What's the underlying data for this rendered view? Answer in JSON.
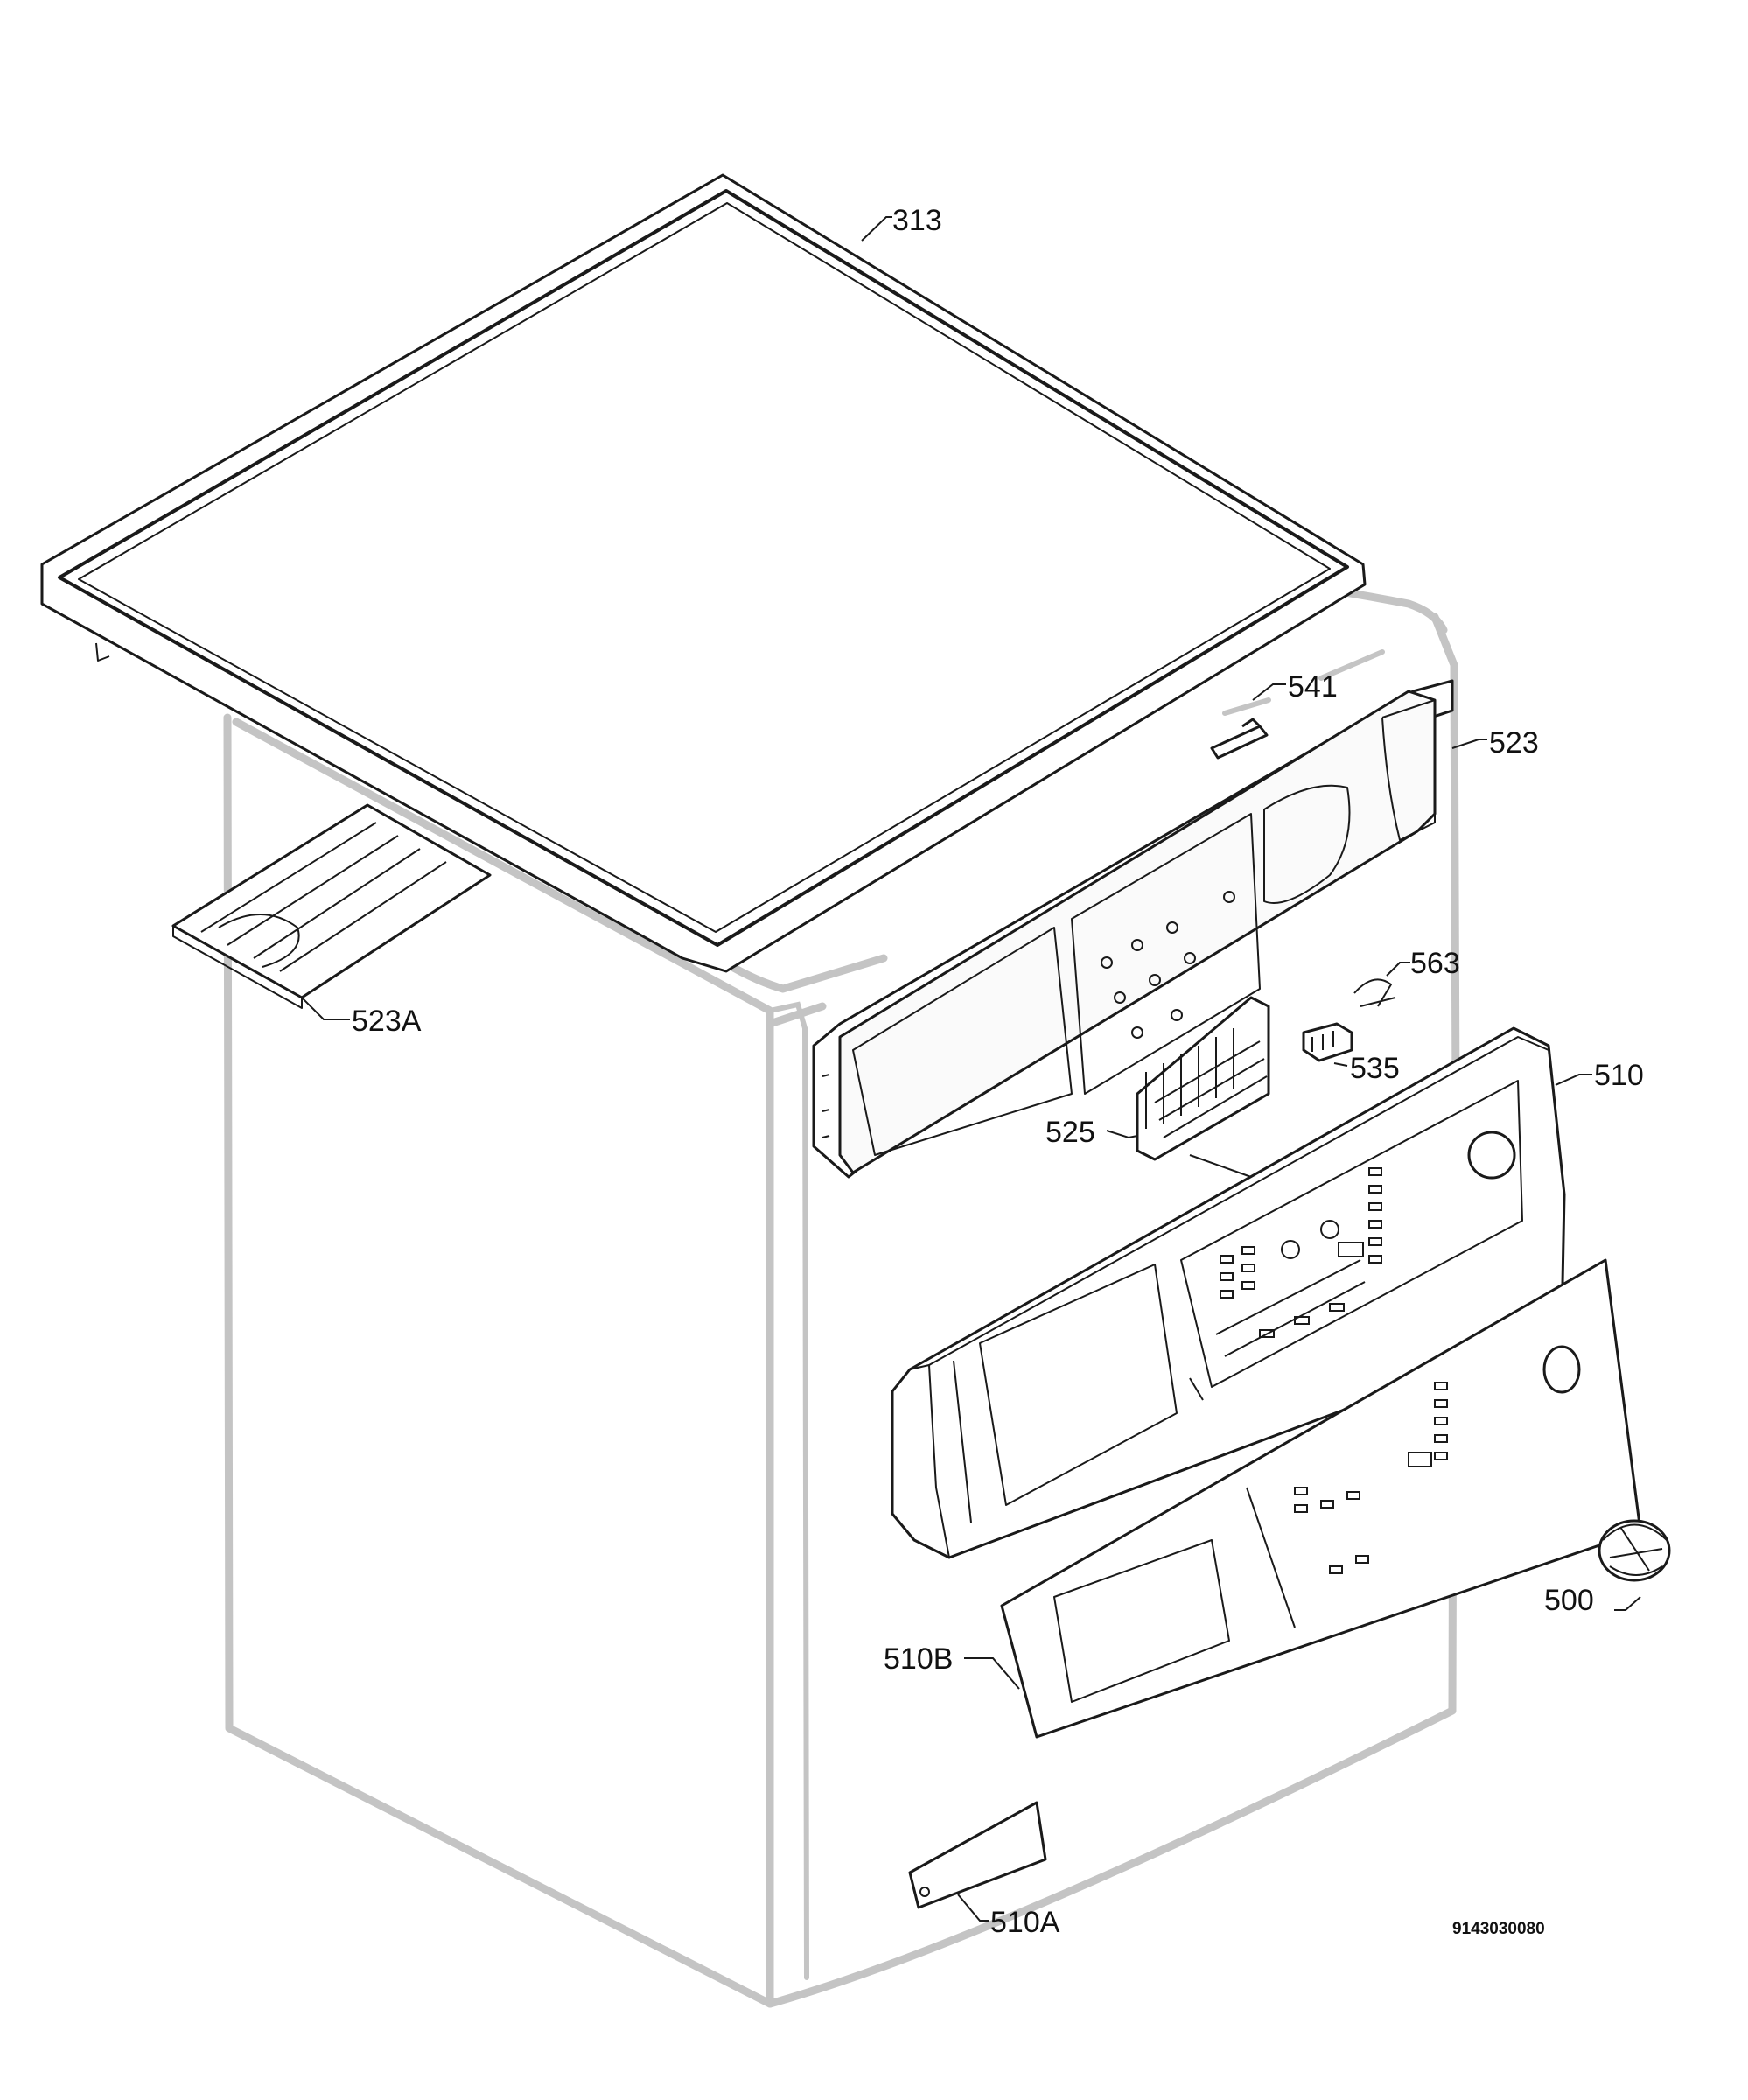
{
  "diagram": {
    "drawing_number": "9143030080",
    "parts": [
      {
        "id": "top_cover",
        "label": "313"
      },
      {
        "id": "clip",
        "label": "541"
      },
      {
        "id": "control_frame",
        "label": "523"
      },
      {
        "id": "support_rail",
        "label": "523A"
      },
      {
        "id": "lamp",
        "label": "563"
      },
      {
        "id": "connector",
        "label": "535"
      },
      {
        "id": "control_panel",
        "label": "510"
      },
      {
        "id": "circuit_board",
        "label": "525"
      },
      {
        "id": "knob",
        "label": "500"
      },
      {
        "id": "panel_insert",
        "label": "510B"
      },
      {
        "id": "badge",
        "label": "510A"
      }
    ]
  }
}
